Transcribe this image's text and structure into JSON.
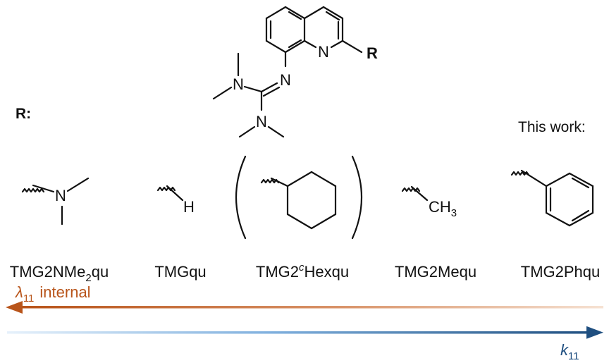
{
  "core": {
    "atoms": {
      "n_ring": "N",
      "n_imine": "N",
      "n_amine1": "N",
      "n_amine2": "N"
    },
    "r_label": "R"
  },
  "r_heading": "R:",
  "this_work": "This work:",
  "substituents": [
    {
      "atom": "N",
      "name": {
        "base": "TMG2NMe",
        "sub": "2",
        "tail": "qu"
      }
    },
    {
      "atom": "H",
      "name": {
        "base": "TMGqu"
      }
    },
    {
      "name": {
        "base": "TMG2",
        "sup": "c",
        "tail": "Hexqu"
      }
    },
    {
      "atom_main": "CH",
      "atom_sub": "3",
      "name": {
        "base": "TMG2Mequ"
      }
    },
    {
      "name": {
        "base": "TMG2Phqu"
      }
    }
  ],
  "arrows": {
    "top": {
      "symbol": "λ",
      "sub": "11",
      "text": "internal",
      "direction": "left",
      "color": "#b8541a"
    },
    "bottom": {
      "symbol": "k",
      "sub": "11",
      "direction": "right",
      "color": "#1f4f80"
    }
  }
}
